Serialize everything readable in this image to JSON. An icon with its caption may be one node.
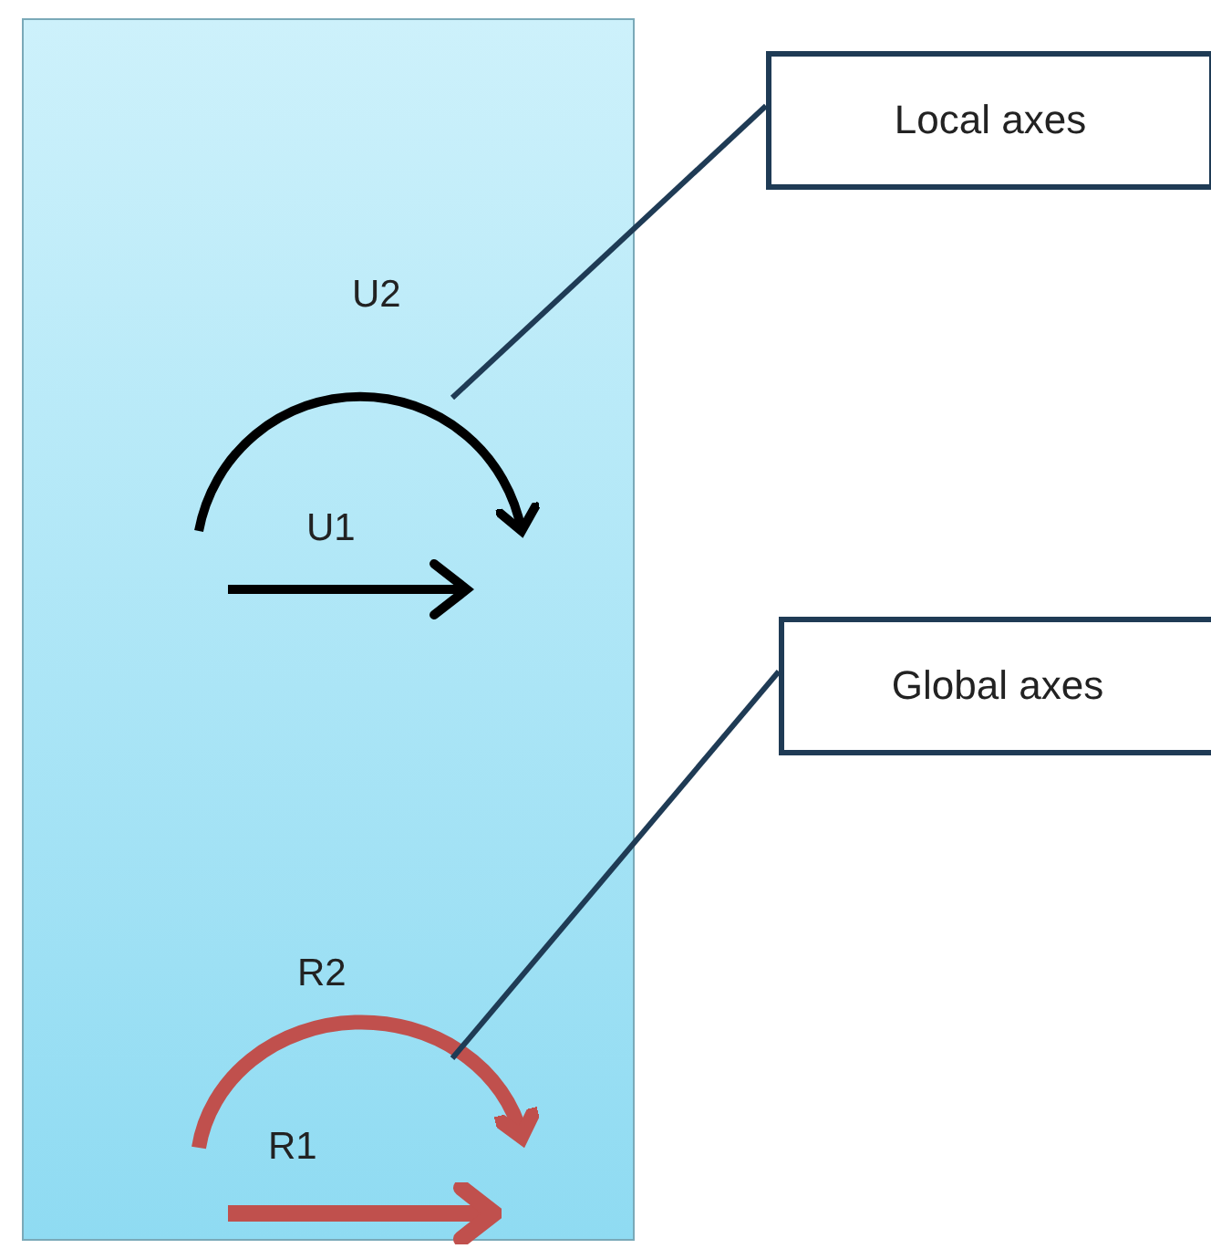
{
  "diagram": {
    "nodes": [
      {
        "text": [],
        "shape": "box"
      },
      {
        "text": [
          "Local axes"
        ]
      },
      {
        "text": [
          "Global axes"
        ]
      },
      {
        "text": [],
        "shape": "arc",
        "in": 0
      },
      {
        "text": [],
        "shape": "arc",
        "in": 0
      }
    ],
    "edges": [
      {
        "from": 1,
        "to": 3,
        "arrow": "none"
      },
      {
        "from": 2,
        "to": 4,
        "arrow": "none"
      }
    ],
    "labels": [
      "U2",
      "U1",
      "R2",
      "R1"
    ]
  }
}
